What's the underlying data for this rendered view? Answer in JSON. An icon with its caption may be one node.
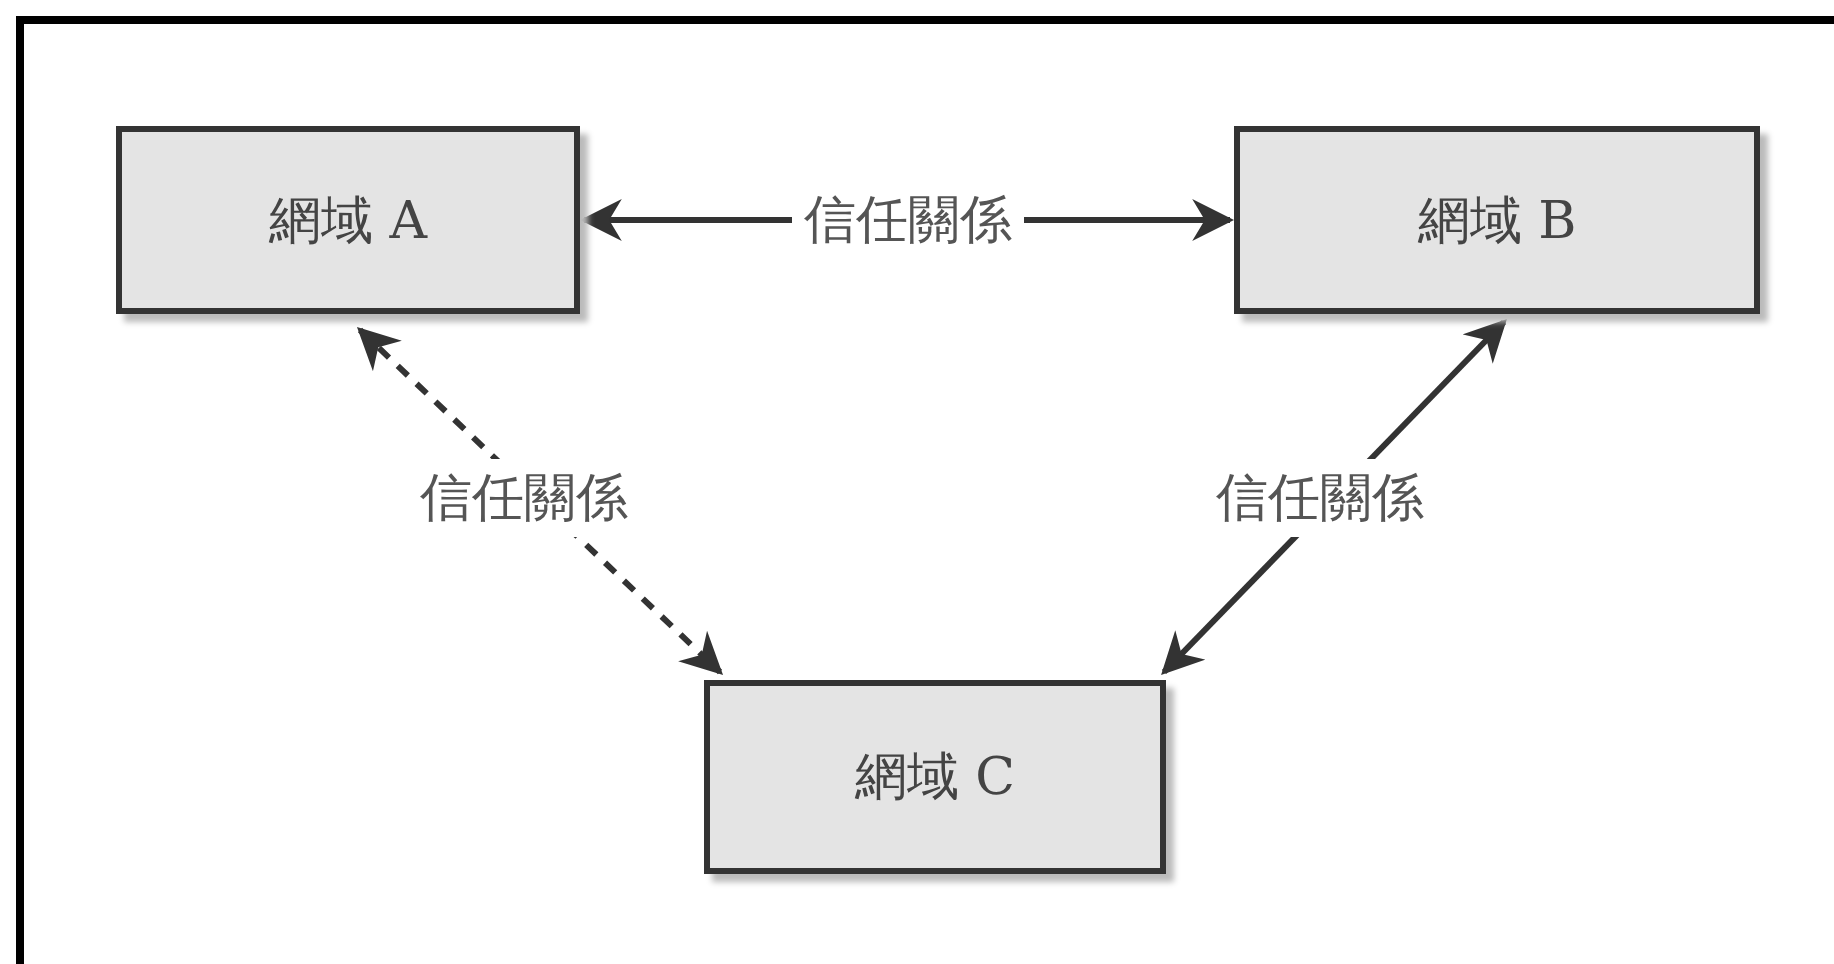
{
  "diagram": {
    "nodes": [
      {
        "text": [
          "網域 A"
        ]
      },
      {
        "text": [
          "網域 B"
        ]
      },
      {
        "text": [
          "網域 C"
        ]
      }
    ],
    "edges": [
      {
        "from": 0,
        "to": 1,
        "arrow": "both",
        "label": "信任關係"
      },
      {
        "from": 0,
        "to": 2,
        "arrow": "both",
        "label": "信任關係",
        "style": "dashed"
      },
      {
        "from": 1,
        "to": 2,
        "arrow": "both",
        "label": "信任關係"
      }
    ]
  }
}
